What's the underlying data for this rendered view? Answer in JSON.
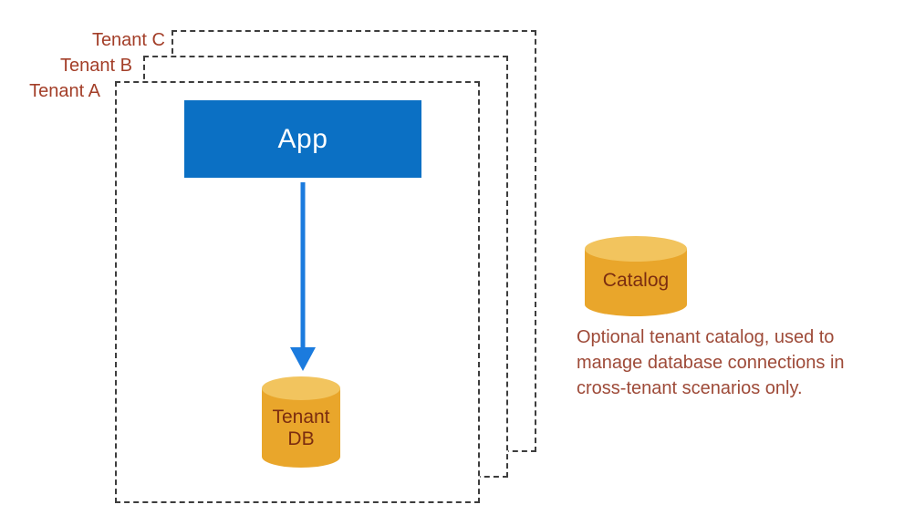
{
  "diagram": {
    "tenants": [
      {
        "label": "Tenant C"
      },
      {
        "label": "Tenant B"
      },
      {
        "label": "Tenant A"
      }
    ],
    "app": {
      "label": "App"
    },
    "tenant_db": {
      "label_line1": "Tenant",
      "label_line2": "DB"
    },
    "catalog": {
      "label": "Catalog",
      "description_lines": [
        "Optional tenant catalog, used to",
        "manage database connections in",
        "cross-tenant scenarios only."
      ]
    },
    "colors": {
      "app_fill": "#0b70c4",
      "app_text": "#ffffff",
      "arrow": "#1b7bde",
      "cylinder_body": "#e9a62b",
      "cylinder_top": "#f2c45e",
      "cylinder_text": "#7b2d10",
      "tenant_label_text": "#a33e28",
      "description_text": "#9e4a38",
      "dashed_border": "#3d3d3d"
    }
  }
}
